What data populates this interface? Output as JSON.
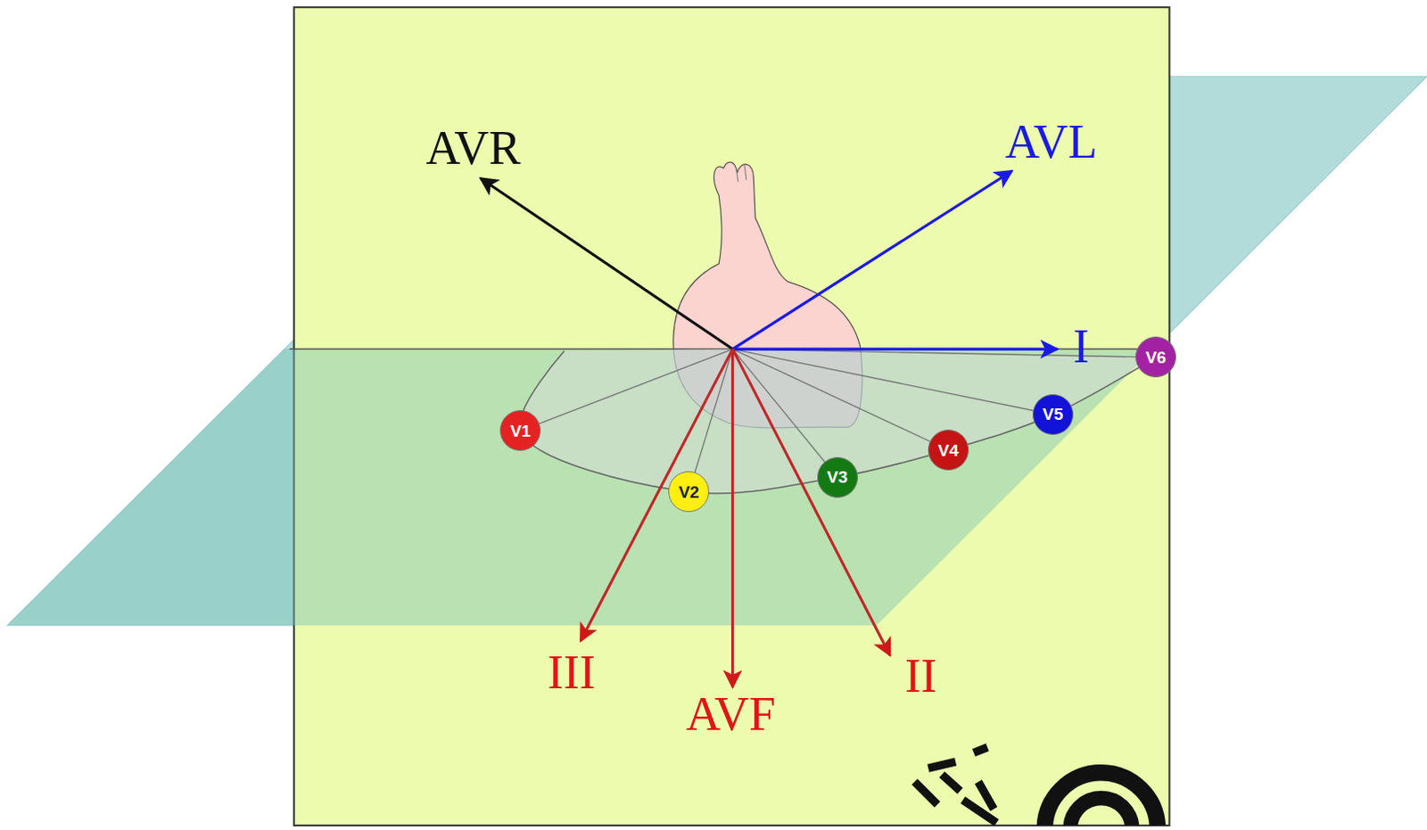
{
  "diagram": {
    "nodes": [
      {
        "text": [
          "V1"
        ]
      },
      {
        "text": [
          "V2"
        ]
      },
      {
        "text": [
          "V3"
        ]
      },
      {
        "text": [
          "V4"
        ]
      },
      {
        "text": [
          "V5"
        ]
      },
      {
        "text": [
          "V6"
        ]
      }
    ],
    "labels": [
      "AVR",
      "AVL",
      "I",
      "III",
      "AVF",
      "II"
    ]
  }
}
